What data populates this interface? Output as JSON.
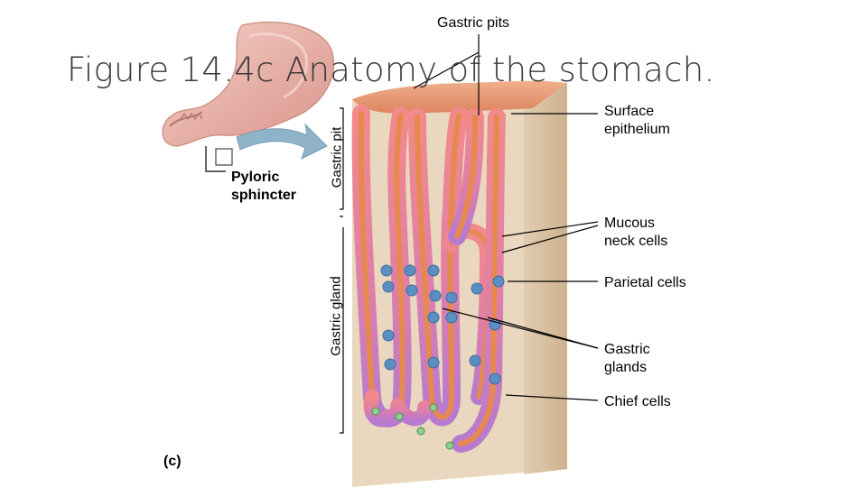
{
  "slide": {
    "title": "Figure 14.4c Anatomy of the stomach."
  },
  "labels": {
    "gastric_pits": "Gastric pits",
    "gastric_pit": "Gastric pit",
    "gastric_gland": "Gastric gland",
    "pyloric_sphincter_line1": "Pyloric",
    "pyloric_sphincter_line2": "sphincter",
    "surface_epithelium_line1": "Surface",
    "surface_epithelium_line2": "epithelium",
    "mucous_neck_cells_line1": "Mucous",
    "mucous_neck_cells_line2": "neck cells",
    "parietal_cells": "Parietal cells",
    "gastric_glands_line1": "Gastric",
    "gastric_glands_line2": "glands",
    "chief_cells": "Chief cells",
    "panel_letter": "(c)"
  },
  "colors": {
    "tissue_base": "#e9d8bf",
    "tissue_shade": "#d9c3a3",
    "mucosa_top": "#e8916f",
    "epithelium": "#ef8f8f",
    "lumen": "#e7894f",
    "parietal_cell": "#5b8fc4",
    "chief_cell": "#b57ad0",
    "stomach": "#e9b0a6",
    "arrow": "#8fb3c9"
  }
}
